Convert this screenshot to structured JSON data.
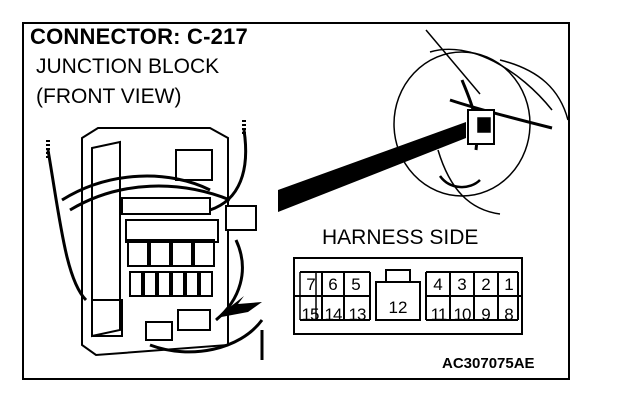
{
  "header": {
    "title": "CONNECTOR: C-217",
    "line1": "JUNCTION BLOCK",
    "line2": "(FRONT VIEW)"
  },
  "connector": {
    "label": "HARNESS SIDE",
    "top_row_left": [
      "7",
      "6",
      "5"
    ],
    "center": "12",
    "top_row_right": [
      "4",
      "3",
      "2",
      "1"
    ],
    "bottom_row_left": [
      "15",
      "14",
      "13"
    ],
    "bottom_row_right": [
      "11",
      "10",
      "9",
      "8"
    ]
  },
  "footer": {
    "code": "AC307075AE"
  }
}
